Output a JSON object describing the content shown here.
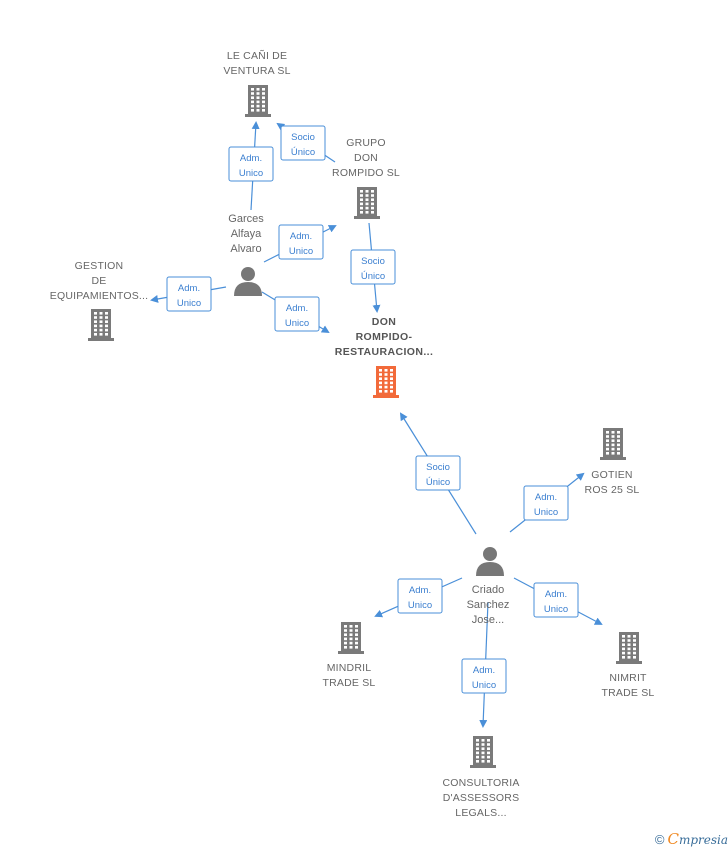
{
  "colors": {
    "company": "#7a7a7a",
    "focus_company": "#f26a3a",
    "person": "#777777",
    "relation": "#4a8fd8"
  },
  "nodes": {
    "le_cani": {
      "type": "company",
      "lines": [
        "LE CAÑI DE",
        "VENTURA  SL"
      ],
      "icon": "building-icon"
    },
    "grupo_don_rompido": {
      "type": "company",
      "lines": [
        "GRUPO",
        "DON",
        "ROMPIDO  SL"
      ],
      "icon": "building-icon"
    },
    "garces": {
      "type": "person",
      "lines": [
        "Garces",
        "Alfaya",
        "Alvaro"
      ],
      "icon": "person-icon"
    },
    "gestion": {
      "type": "company",
      "lines": [
        "GESTION",
        "DE",
        "EQUIPAMIENTOS..."
      ],
      "icon": "building-icon"
    },
    "don_rompido": {
      "type": "focus",
      "lines": [
        "DON",
        "ROMPIDO-",
        "RESTAURACION..."
      ],
      "icon": "building-icon"
    },
    "gotien": {
      "type": "company",
      "lines": [
        "GOTIEN",
        "ROS 25 SL"
      ],
      "icon": "building-icon"
    },
    "criado": {
      "type": "person",
      "lines": [
        "Criado",
        "Sanchez",
        "Jose..."
      ],
      "icon": "person-icon"
    },
    "mindril": {
      "type": "company",
      "lines": [
        "MINDRIL",
        "TRADE SL"
      ],
      "icon": "building-icon"
    },
    "nimrit": {
      "type": "company",
      "lines": [
        "NIMRIT",
        "TRADE SL"
      ],
      "icon": "building-icon"
    },
    "consultoria": {
      "type": "company",
      "lines": [
        "CONSULTORIA",
        "D'ASSESSORS",
        "LEGALS..."
      ],
      "icon": "building-icon"
    }
  },
  "relations": [
    {
      "id": "garces-lecani",
      "lines": [
        "Adm.",
        "Unico"
      ]
    },
    {
      "id": "grupo-lecani",
      "lines": [
        "Socio",
        "Único"
      ]
    },
    {
      "id": "garces-grupo",
      "lines": [
        "Adm.",
        "Unico"
      ]
    },
    {
      "id": "grupo-donrompido",
      "lines": [
        "Socio",
        "Único"
      ]
    },
    {
      "id": "garces-gestion",
      "lines": [
        "Adm.",
        "Unico"
      ]
    },
    {
      "id": "garces-donrompido",
      "lines": [
        "Adm.",
        "Unico"
      ]
    },
    {
      "id": "criado-donrompido",
      "lines": [
        "Socio",
        "Único"
      ]
    },
    {
      "id": "criado-gotien",
      "lines": [
        "Adm.",
        "Unico"
      ]
    },
    {
      "id": "criado-mindril",
      "lines": [
        "Adm.",
        "Unico"
      ]
    },
    {
      "id": "criado-nimrit",
      "lines": [
        "Adm.",
        "Unico"
      ]
    },
    {
      "id": "criado-consultoria",
      "lines": [
        "Adm.",
        "Unico"
      ]
    }
  ],
  "footer": {
    "copyright": "©",
    "brand_initial": "C",
    "brand_rest": "mpresia"
  }
}
